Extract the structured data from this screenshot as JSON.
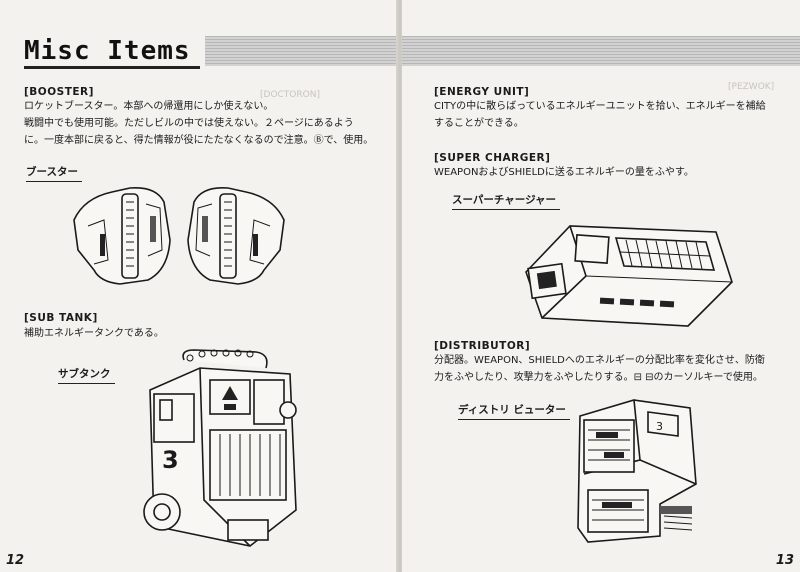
{
  "left_page": {
    "title": "Misc Items",
    "page_number": "12",
    "booster": {
      "heading": "[BOOSTER]",
      "lines": [
        "ロケットブースター。本部への帰還用にしか使えない。",
        "戦闘中でも使用可能。ただしビルの中では使えない。２ページにあるよう",
        "に。一度本部に戻ると、得た情報が役にたたなくなるので注意。Ⓑで、使用。"
      ],
      "caption": "ブースター",
      "illustration": "booster-illustration"
    },
    "sub_tank": {
      "heading": "[SUB TANK]",
      "line": "補助エネルギータンクである。",
      "caption": "サブタンク",
      "illustration": "sub-tank-illustration"
    }
  },
  "right_page": {
    "page_number": "13",
    "energy_unit": {
      "heading": "[ENERGY UNIT]",
      "lines": [
        "CITYの中に散らばっているエネルギーユニットを拾い、エネルギーを補給",
        "することができる。"
      ]
    },
    "super_charger": {
      "heading": "[SUPER CHARGER]",
      "line": "WEAPONおよびSHIELDに送るエネルギーの量をふやす。",
      "caption": "スーパーチャージャー",
      "illustration": "super-charger-illustration"
    },
    "distributor": {
      "heading": "[DISTRIBUTOR]",
      "lines": [
        "分配器。WEAPON、SHIELDへのエネルギーの分配比率を変化させ、防衛",
        "力をふやしたり、攻撃力をふやしたりする。⊟ ⊟のカーソルキーで使用。"
      ],
      "caption": "ディストリ ビューター",
      "illustration": "distributor-illustration"
    }
  },
  "colors": {
    "paper": "#f4f2ee",
    "ink": "#1b1b1b",
    "header_band": "#c4c4c4",
    "bleed_through": "#c8c5c0"
  }
}
